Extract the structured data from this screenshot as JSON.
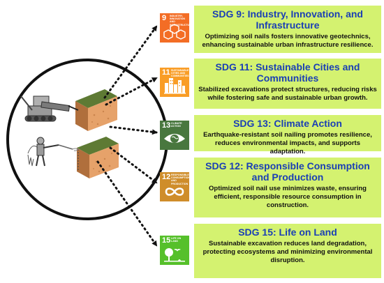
{
  "cards": [
    {
      "id": "sdg9",
      "title": "SDG 9: Industry, Innovation, and Infrastructure",
      "description": "Optimizing soil nails fosters innovative geotechnics, enhancing sustainable urban infrastructure resilience.",
      "icon": {
        "number": "9",
        "caption": "Industry, Innovation and Infrastructure",
        "color": "#f36d25",
        "glyph": "cubes-icon"
      }
    },
    {
      "id": "sdg11",
      "title": "SDG 11: Sustainable Cities and Communities",
      "description": "Stabilized excavations protect structures, reducing risks while fostering safe and sustainable urban growth.",
      "icon": {
        "number": "11",
        "caption": "Sustainable Cities and Communities",
        "color": "#f99d26",
        "glyph": "city-icon"
      }
    },
    {
      "id": "sdg13",
      "title": "SDG 13: Climate Action",
      "description": "Earthquake-resistant soil nailing promotes resilience, reduces environmental impacts, and supports adaptation.",
      "icon": {
        "number": "13",
        "caption": "Climate Action",
        "color": "#48773e",
        "glyph": "eye-globe-icon"
      }
    },
    {
      "id": "sdg12",
      "title": "SDG 12: Responsible Consumption and Production",
      "description": "Optimized soil nail use minimizes waste, ensuring efficient, responsible resource consumption in construction.",
      "icon": {
        "number": "12",
        "caption": "Responsible Consumption and Production",
        "color": "#cf8d2a",
        "glyph": "infinity-icon"
      }
    },
    {
      "id": "sdg15",
      "title": "SDG 15: Life on Land",
      "description": "Sustainable excavation reduces land degradation, protecting ecosystems and minimizing environmental disruption.",
      "icon": {
        "number": "15",
        "caption": "Life on Land",
        "color": "#56c02b",
        "glyph": "tree-bird-icon"
      }
    }
  ],
  "colors": {
    "card_background": "#d4f270",
    "title_text": "#1a3fb5",
    "arrow": "#111111",
    "soil_top": "#c7854d",
    "soil_side": "#e6a26a",
    "grass": "#6a8a3a"
  }
}
